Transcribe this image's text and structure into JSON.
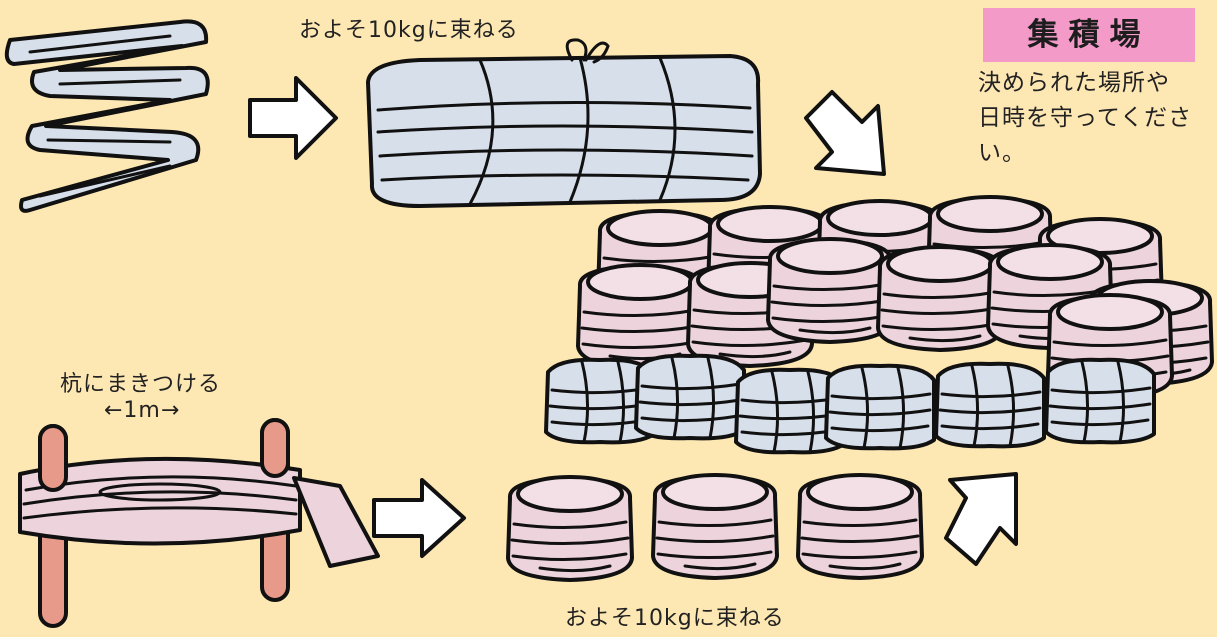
{
  "labels": {
    "top_bundle": "およそ10kgに束ねる",
    "bottom_bundle": "およそ10kgに束ねる",
    "wrap_stakes": "杭にまきつける",
    "width": "←1m→"
  },
  "collection": {
    "title": "集積場",
    "note": "決められた場所や日時を守ってください。"
  },
  "colors": {
    "background": "#fde7b3",
    "badge": "#f39ac8",
    "blue_bundle": "#d7dfeb",
    "pink_bundle": "#ecd3dc",
    "stake": "#e79a8a"
  },
  "icons": [
    "right-arrow-icon",
    "down-right-arrow-icon",
    "up-right-arrow-icon"
  ]
}
